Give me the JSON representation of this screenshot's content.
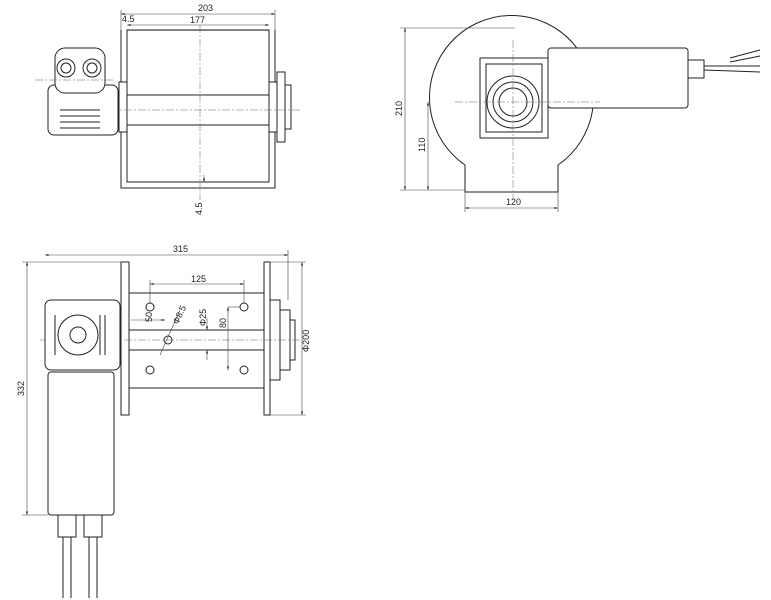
{
  "drawing": {
    "top_view": {
      "overall_width": "203",
      "drum_width": "177",
      "plate_thickness_top": "4.5",
      "plate_thickness_bottom": "4.5"
    },
    "side_view": {
      "overall_height": "210",
      "shaft_height": "110",
      "base_width": "120"
    },
    "front_view": {
      "overall_width": "315",
      "overall_height": "332",
      "hole_spacing": "125",
      "hole_offset": "50",
      "hole_diameter": "Φ8.5",
      "shaft_diameter": "Φ25",
      "hole_vertical_spacing": "80",
      "flange_diameter": "Φ200"
    }
  }
}
